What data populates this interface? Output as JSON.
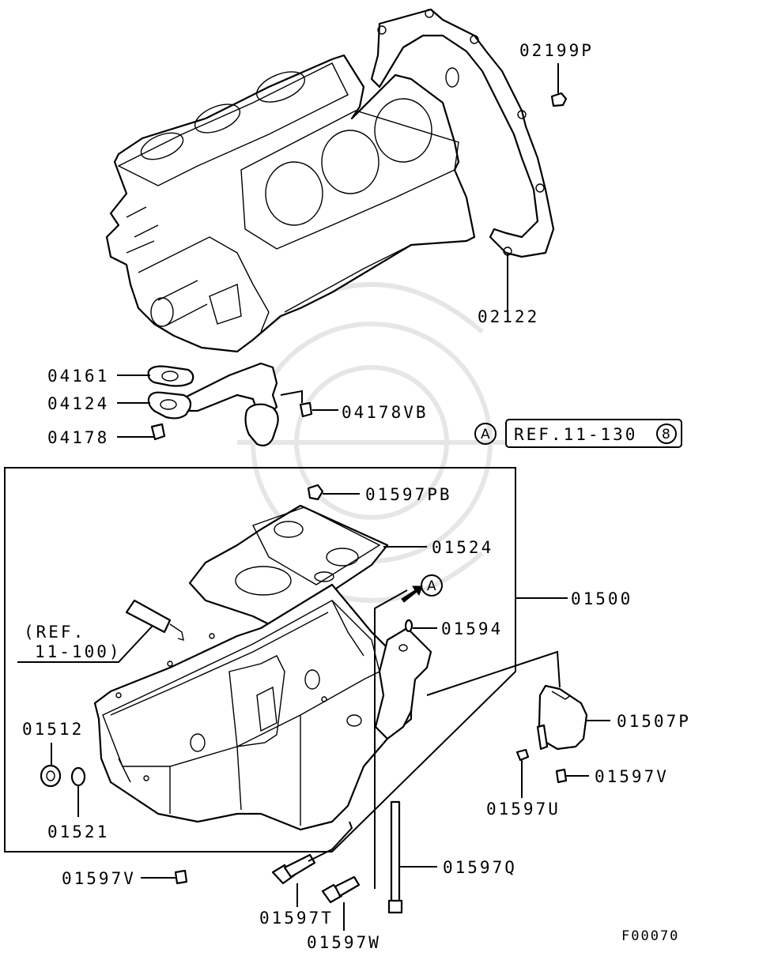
{
  "diagram": {
    "labels": {
      "p02199P": "02199P",
      "p02122": "02122",
      "p04161": "04161",
      "p04124": "04124",
      "p04178": "04178",
      "p04178VB": "04178VB",
      "p01597PB": "01597PB",
      "p01524": "01524",
      "p01500": "01500",
      "p01594": "01594",
      "p01507P": "01507P",
      "p01512": "01512",
      "p01521": "01521",
      "p01597V_right": "01597V",
      "p01597U": "01597U",
      "p01597Q": "01597Q",
      "p01597V_left": "01597V",
      "p01597T": "01597T",
      "p01597W": "01597W"
    },
    "ref_block": {
      "marker": "A",
      "text": "REF.11-130",
      "sub_marker": "8"
    },
    "ref_pan_marker": "A",
    "ref_strainer": {
      "line1": "(REF.",
      "line2": "11-100)"
    },
    "figure_code": "F00070"
  }
}
